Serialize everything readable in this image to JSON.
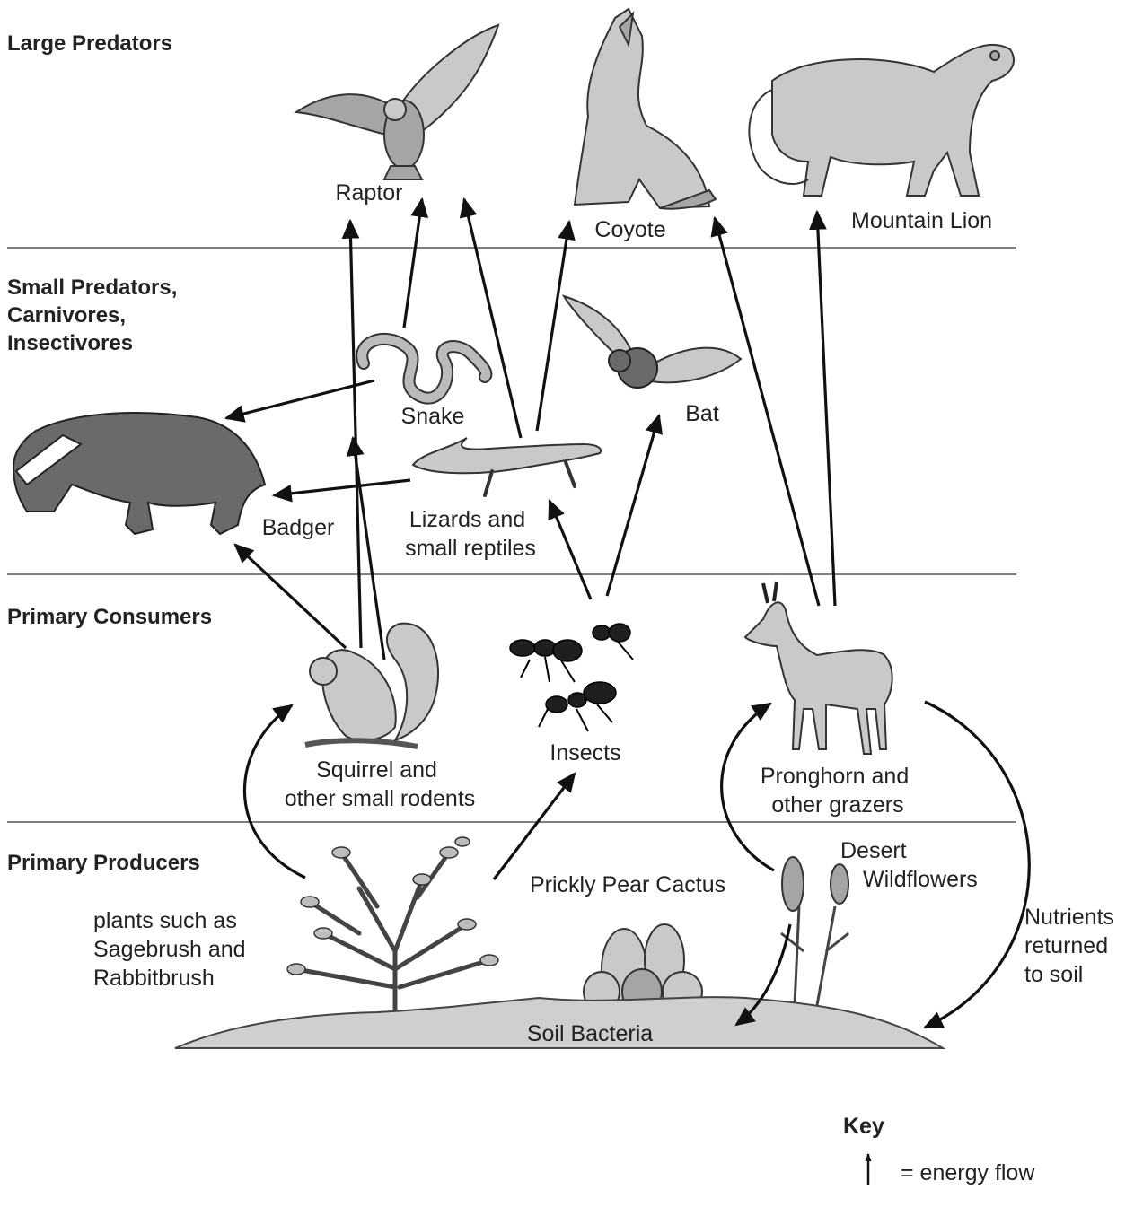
{
  "levels": {
    "large_predators": [
      "Large Predators"
    ],
    "small_predators": [
      "Small Predators,",
      "Carnivores,",
      "Insectivores"
    ],
    "primary_consumers": [
      "Primary Consumers"
    ],
    "primary_producers": [
      "Primary Producers"
    ]
  },
  "organisms": {
    "raptor": [
      "Raptor"
    ],
    "coyote": [
      "Coyote"
    ],
    "mountain_lion": [
      "Mountain Lion"
    ],
    "snake": [
      "Snake"
    ],
    "bat": [
      "Bat"
    ],
    "badger": [
      "Badger"
    ],
    "lizards": [
      "Lizards and",
      "small reptiles"
    ],
    "squirrel": [
      "Squirrel and",
      "other small rodents"
    ],
    "insects": [
      "Insects"
    ],
    "pronghorn": [
      "Pronghorn and",
      "other grazers"
    ],
    "prickly_pear": [
      "Prickly Pear Cactus"
    ],
    "wildflowers": [
      "Desert",
      "Wildflowers"
    ],
    "plants": [
      "plants such as",
      "Sagebrush and",
      "Rabbitbrush"
    ],
    "nutrients": [
      "Nutrients",
      "returned",
      "to soil"
    ],
    "soil_bacteria": [
      "Soil Bacteria"
    ]
  },
  "key": {
    "title": "Key",
    "energy_flow": "= energy flow"
  },
  "energy_flows": [
    {
      "from": "Snake",
      "to": "Raptor"
    },
    {
      "from": "Lizards and small reptiles",
      "to": "Raptor"
    },
    {
      "from": "Squirrel and other small rodents",
      "to": "Raptor"
    },
    {
      "from": "Lizards and small reptiles",
      "to": "Coyote"
    },
    {
      "from": "Pronghorn and other grazers",
      "to": "Coyote"
    },
    {
      "from": "Pronghorn and other grazers",
      "to": "Mountain Lion"
    },
    {
      "from": "Snake",
      "to": "Badger"
    },
    {
      "from": "Lizards and small reptiles",
      "to": "Badger"
    },
    {
      "from": "Squirrel and other small rodents",
      "to": "Badger"
    },
    {
      "from": "Squirrel and other small rodents",
      "to": "Snake"
    },
    {
      "from": "Insects",
      "to": "Lizards and small reptiles"
    },
    {
      "from": "Insects",
      "to": "Bat"
    },
    {
      "from": "plants such as Sagebrush and Rabbitbrush",
      "to": "Squirrel and other small rodents"
    },
    {
      "from": "plants such as Sagebrush and Rabbitbrush",
      "to": "Insects"
    },
    {
      "from": "Desert Wildflowers",
      "to": "Pronghorn and other grazers"
    },
    {
      "from": "Desert Wildflowers",
      "to": "Soil Bacteria"
    },
    {
      "from": "Pronghorn and other grazers",
      "to": "Soil Bacteria"
    }
  ]
}
